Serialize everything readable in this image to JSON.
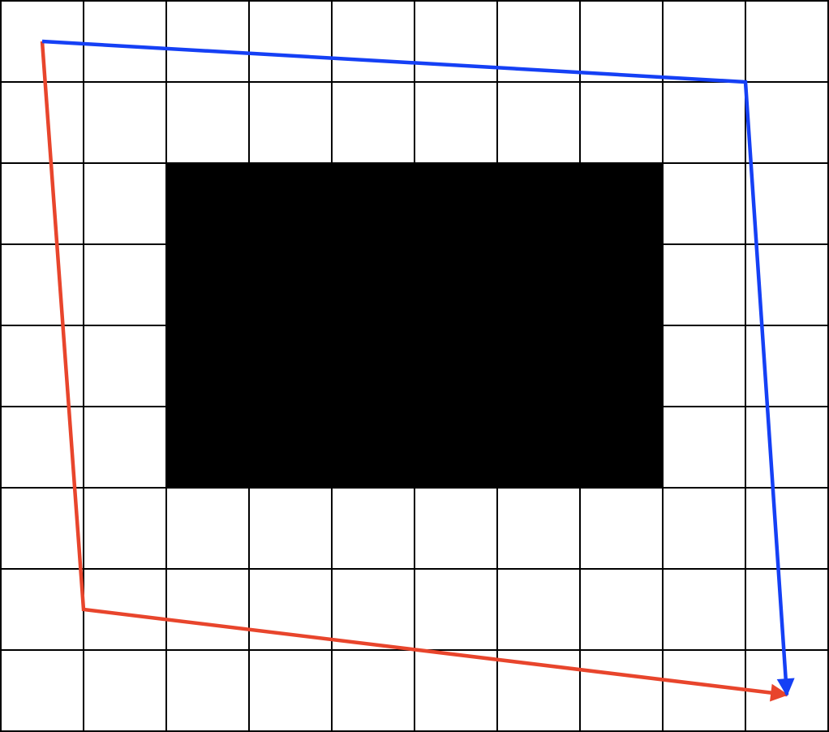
{
  "diagram": {
    "grid": {
      "columns": 10,
      "rows": 9
    },
    "colors": {
      "background": "#ffffff",
      "grid_lines": "#000000",
      "obstacle": "#000000",
      "red_path": "#e8452c",
      "blue_path": "#1540f5"
    },
    "obstacle": {
      "col_start": 2,
      "col_end": 8,
      "row_start": 2,
      "row_end": 6
    },
    "paths": [
      {
        "id": "red-path",
        "color_key": "red_path",
        "points": [
          [
            0.5,
            0.5
          ],
          [
            1.0,
            7.5
          ],
          [
            9.5,
            8.55
          ]
        ]
      },
      {
        "id": "blue-path",
        "color_key": "blue_path",
        "points": [
          [
            0.5,
            0.5
          ],
          [
            9.0,
            1.0
          ],
          [
            9.5,
            8.55
          ]
        ]
      }
    ]
  }
}
